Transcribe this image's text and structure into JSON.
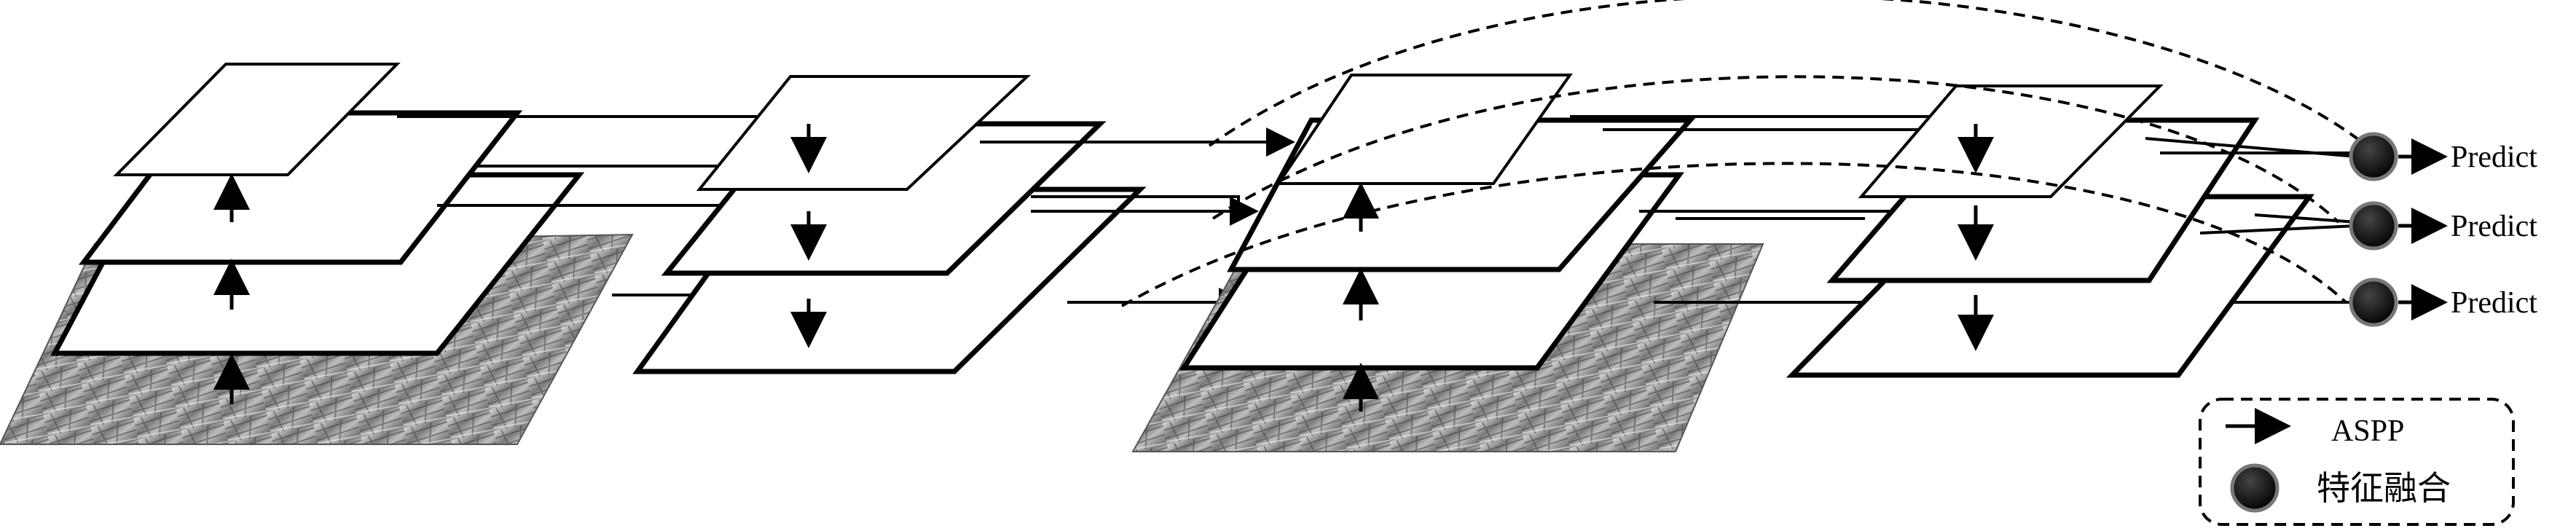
{
  "outputs": [
    {
      "label": "Predict"
    },
    {
      "label": "Predict"
    },
    {
      "label": "Predict"
    }
  ],
  "legend": {
    "arrow_label": "ASPP",
    "fusion_label": "特征融合"
  },
  "colors": {
    "stroke": "#000000",
    "fusion_node": "#111111",
    "photo_dark": "#5a5a5a",
    "photo_light": "#c9c9c9"
  },
  "icons": [
    "arrow-icon",
    "fusion-node-icon"
  ]
}
